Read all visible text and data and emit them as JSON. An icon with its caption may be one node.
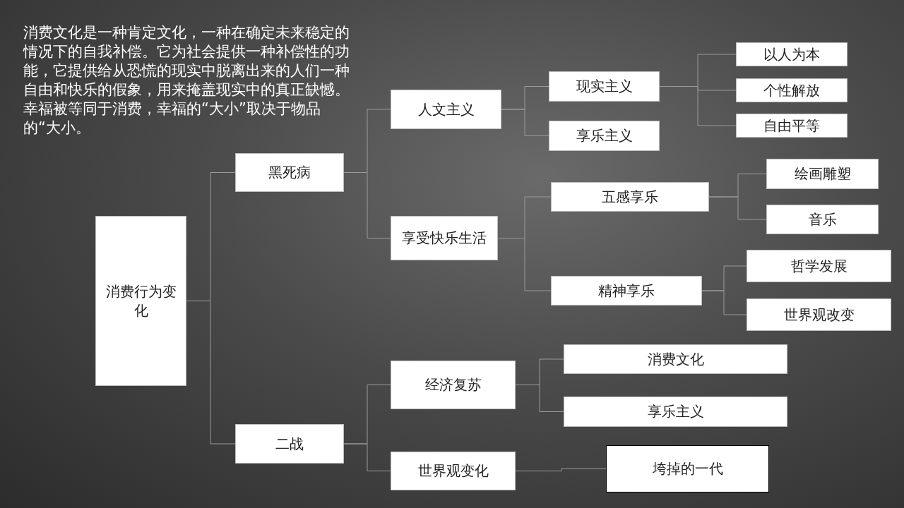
{
  "diagram": {
    "nodes": [
      {
        "text": [
          "消费行为变化"
        ]
      },
      {
        "text": [
          "黑死病"
        ]
      },
      {
        "text": [
          "二战"
        ]
      },
      {
        "text": [
          "人文主义"
        ]
      },
      {
        "text": [
          "享受快乐生活"
        ]
      },
      {
        "text": [
          "经济复苏"
        ]
      },
      {
        "text": [
          "世界观变化"
        ]
      },
      {
        "text": [
          "现实主义"
        ]
      },
      {
        "text": [
          "享乐主义"
        ]
      },
      {
        "text": [
          "五感享乐"
        ]
      },
      {
        "text": [
          "精神享乐"
        ]
      },
      {
        "text": [
          "消费文化"
        ]
      },
      {
        "text": [
          "享乐主义"
        ]
      },
      {
        "text": [
          "垮掉的一代"
        ]
      },
      {
        "text": [
          "以人为本"
        ]
      },
      {
        "text": [
          "个性解放"
        ]
      },
      {
        "text": [
          "自由平等"
        ]
      },
      {
        "text": [
          "绘画雕塑"
        ]
      },
      {
        "text": [
          "音乐"
        ]
      },
      {
        "text": [
          "哲学发展"
        ]
      },
      {
        "text": [
          "世界观改变"
        ]
      }
    ],
    "edges": [
      {
        "from": 0,
        "to": 1,
        "arrow": "none"
      },
      {
        "from": 0,
        "to": 2,
        "arrow": "none"
      },
      {
        "from": 1,
        "to": 3,
        "arrow": "none"
      },
      {
        "from": 1,
        "to": 4,
        "arrow": "none"
      },
      {
        "from": 2,
        "to": 5,
        "arrow": "none"
      },
      {
        "from": 2,
        "to": 6,
        "arrow": "none"
      },
      {
        "from": 3,
        "to": 7,
        "arrow": "none"
      },
      {
        "from": 3,
        "to": 8,
        "arrow": "none"
      },
      {
        "from": 4,
        "to": 9,
        "arrow": "none"
      },
      {
        "from": 4,
        "to": 10,
        "arrow": "none"
      },
      {
        "from": 5,
        "to": 11,
        "arrow": "none"
      },
      {
        "from": 5,
        "to": 12,
        "arrow": "none"
      },
      {
        "from": 6,
        "to": 13,
        "arrow": "none"
      },
      {
        "from": 7,
        "to": 14,
        "arrow": "none"
      },
      {
        "from": 7,
        "to": 15,
        "arrow": "none"
      },
      {
        "from": 7,
        "to": 16,
        "arrow": "none"
      },
      {
        "from": 9,
        "to": 17,
        "arrow": "none"
      },
      {
        "from": 9,
        "to": 18,
        "arrow": "none"
      },
      {
        "from": 10,
        "to": 19,
        "arrow": "none"
      },
      {
        "from": 10,
        "to": 20,
        "arrow": "none"
      }
    ],
    "labels": [
      "消费文化是一种肯定文化，一种在确定未来稳定的情况下的自我补偿。它为社会提供一种补偿性的功能，它提供给从恐慌的现实中脱离出来的人们一种自由和快乐的假象，用来掩盖现实中的真正缺憾。幸福被等同于消费，幸福的“大小”取决于物品的“大小。"
    ]
  }
}
